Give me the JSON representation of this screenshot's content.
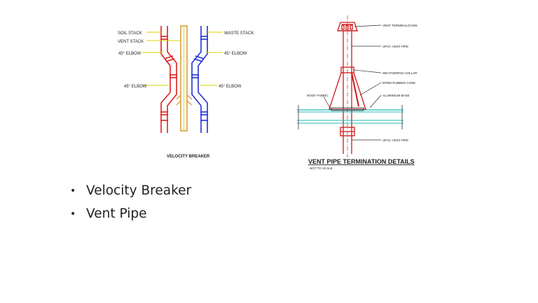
{
  "velocity_breaker": {
    "labels": {
      "soil_stack": "SOIL STACK",
      "vent_stack": "VENT STACK",
      "waste_stack": "WASTE STACK",
      "elbow_top_left": "45° ELBOW",
      "elbow_top_right": "45° ELBOW",
      "elbow_mid_left": "45° ELBOW",
      "elbow_mid_right": "45° ELBOW"
    },
    "caption": "VELOCITY BREAKER",
    "colors": {
      "soil": "#e02020",
      "waste": "#2030d8",
      "vent": "#d7a040",
      "leader": "#d8d000"
    }
  },
  "vent_detail": {
    "labels": {
      "terminal": "VENT TERMINAL/COWL",
      "upvc_top": "UPVC VENT PIPE",
      "collar": "WEATHERING COLLAR",
      "cone": "EPDM RUBBER CONE",
      "base": "ALUMINIUM BASE",
      "roof": "ROOF FABRIC",
      "upvc_bottom": "UPVC VENT PIPE"
    },
    "title": "VENT PIPE TERMINATION DETAILS",
    "subtitle": "NOT TO SCALE",
    "colors": {
      "outline": "#d01818",
      "roof": "#20b8b8",
      "detail": "#303030"
    }
  },
  "bullets": [
    "Velocity Breaker",
    "Vent Pipe"
  ]
}
